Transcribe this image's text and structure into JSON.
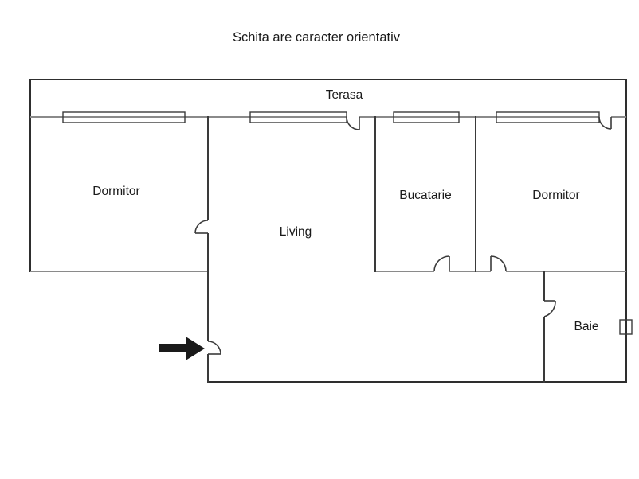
{
  "title": "Schita are caracter orientativ",
  "floorplan": {
    "terasa_label": "Terasa",
    "rooms": {
      "dormitor_left": "Dormitor",
      "living": "Living",
      "bucatarie": "Bucatarie",
      "dormitor_right": "Dormitor",
      "baie": "Baie"
    },
    "entrance_marker": "entry-arrow",
    "colors": {
      "outer_wall": "#2e2e2e",
      "interior_wall": "#3a3a3a",
      "light_wall": "#8a8a8a",
      "arrow": "#1a1a1a",
      "background": "#ffffff",
      "frame_border": "#5a5a5a"
    }
  }
}
